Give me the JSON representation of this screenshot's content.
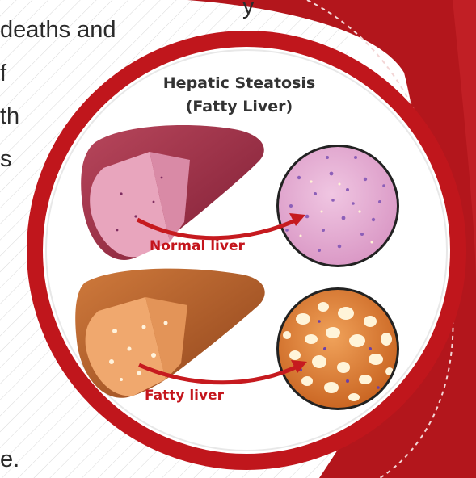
{
  "background_text": {
    "line1": "y",
    "line2": "deaths and",
    "line3": "f",
    "line4": "th",
    "line5": "s",
    "line6": "e."
  },
  "infographic": {
    "title_line1": "Hepatic Steatosis",
    "title_line2": "(Fatty Liver)",
    "normal_label": "Normal liver",
    "fatty_label": "Fatty liver"
  },
  "colors": {
    "ring_red": "#c0161c",
    "banner_red": "#b3161c",
    "caption_red": "#c4151c",
    "normal_liver": "#a8324a",
    "fatty_liver": "#b9612c",
    "normal_tissue": "#e3a6cf",
    "fatty_tissue": "#d9742e"
  }
}
